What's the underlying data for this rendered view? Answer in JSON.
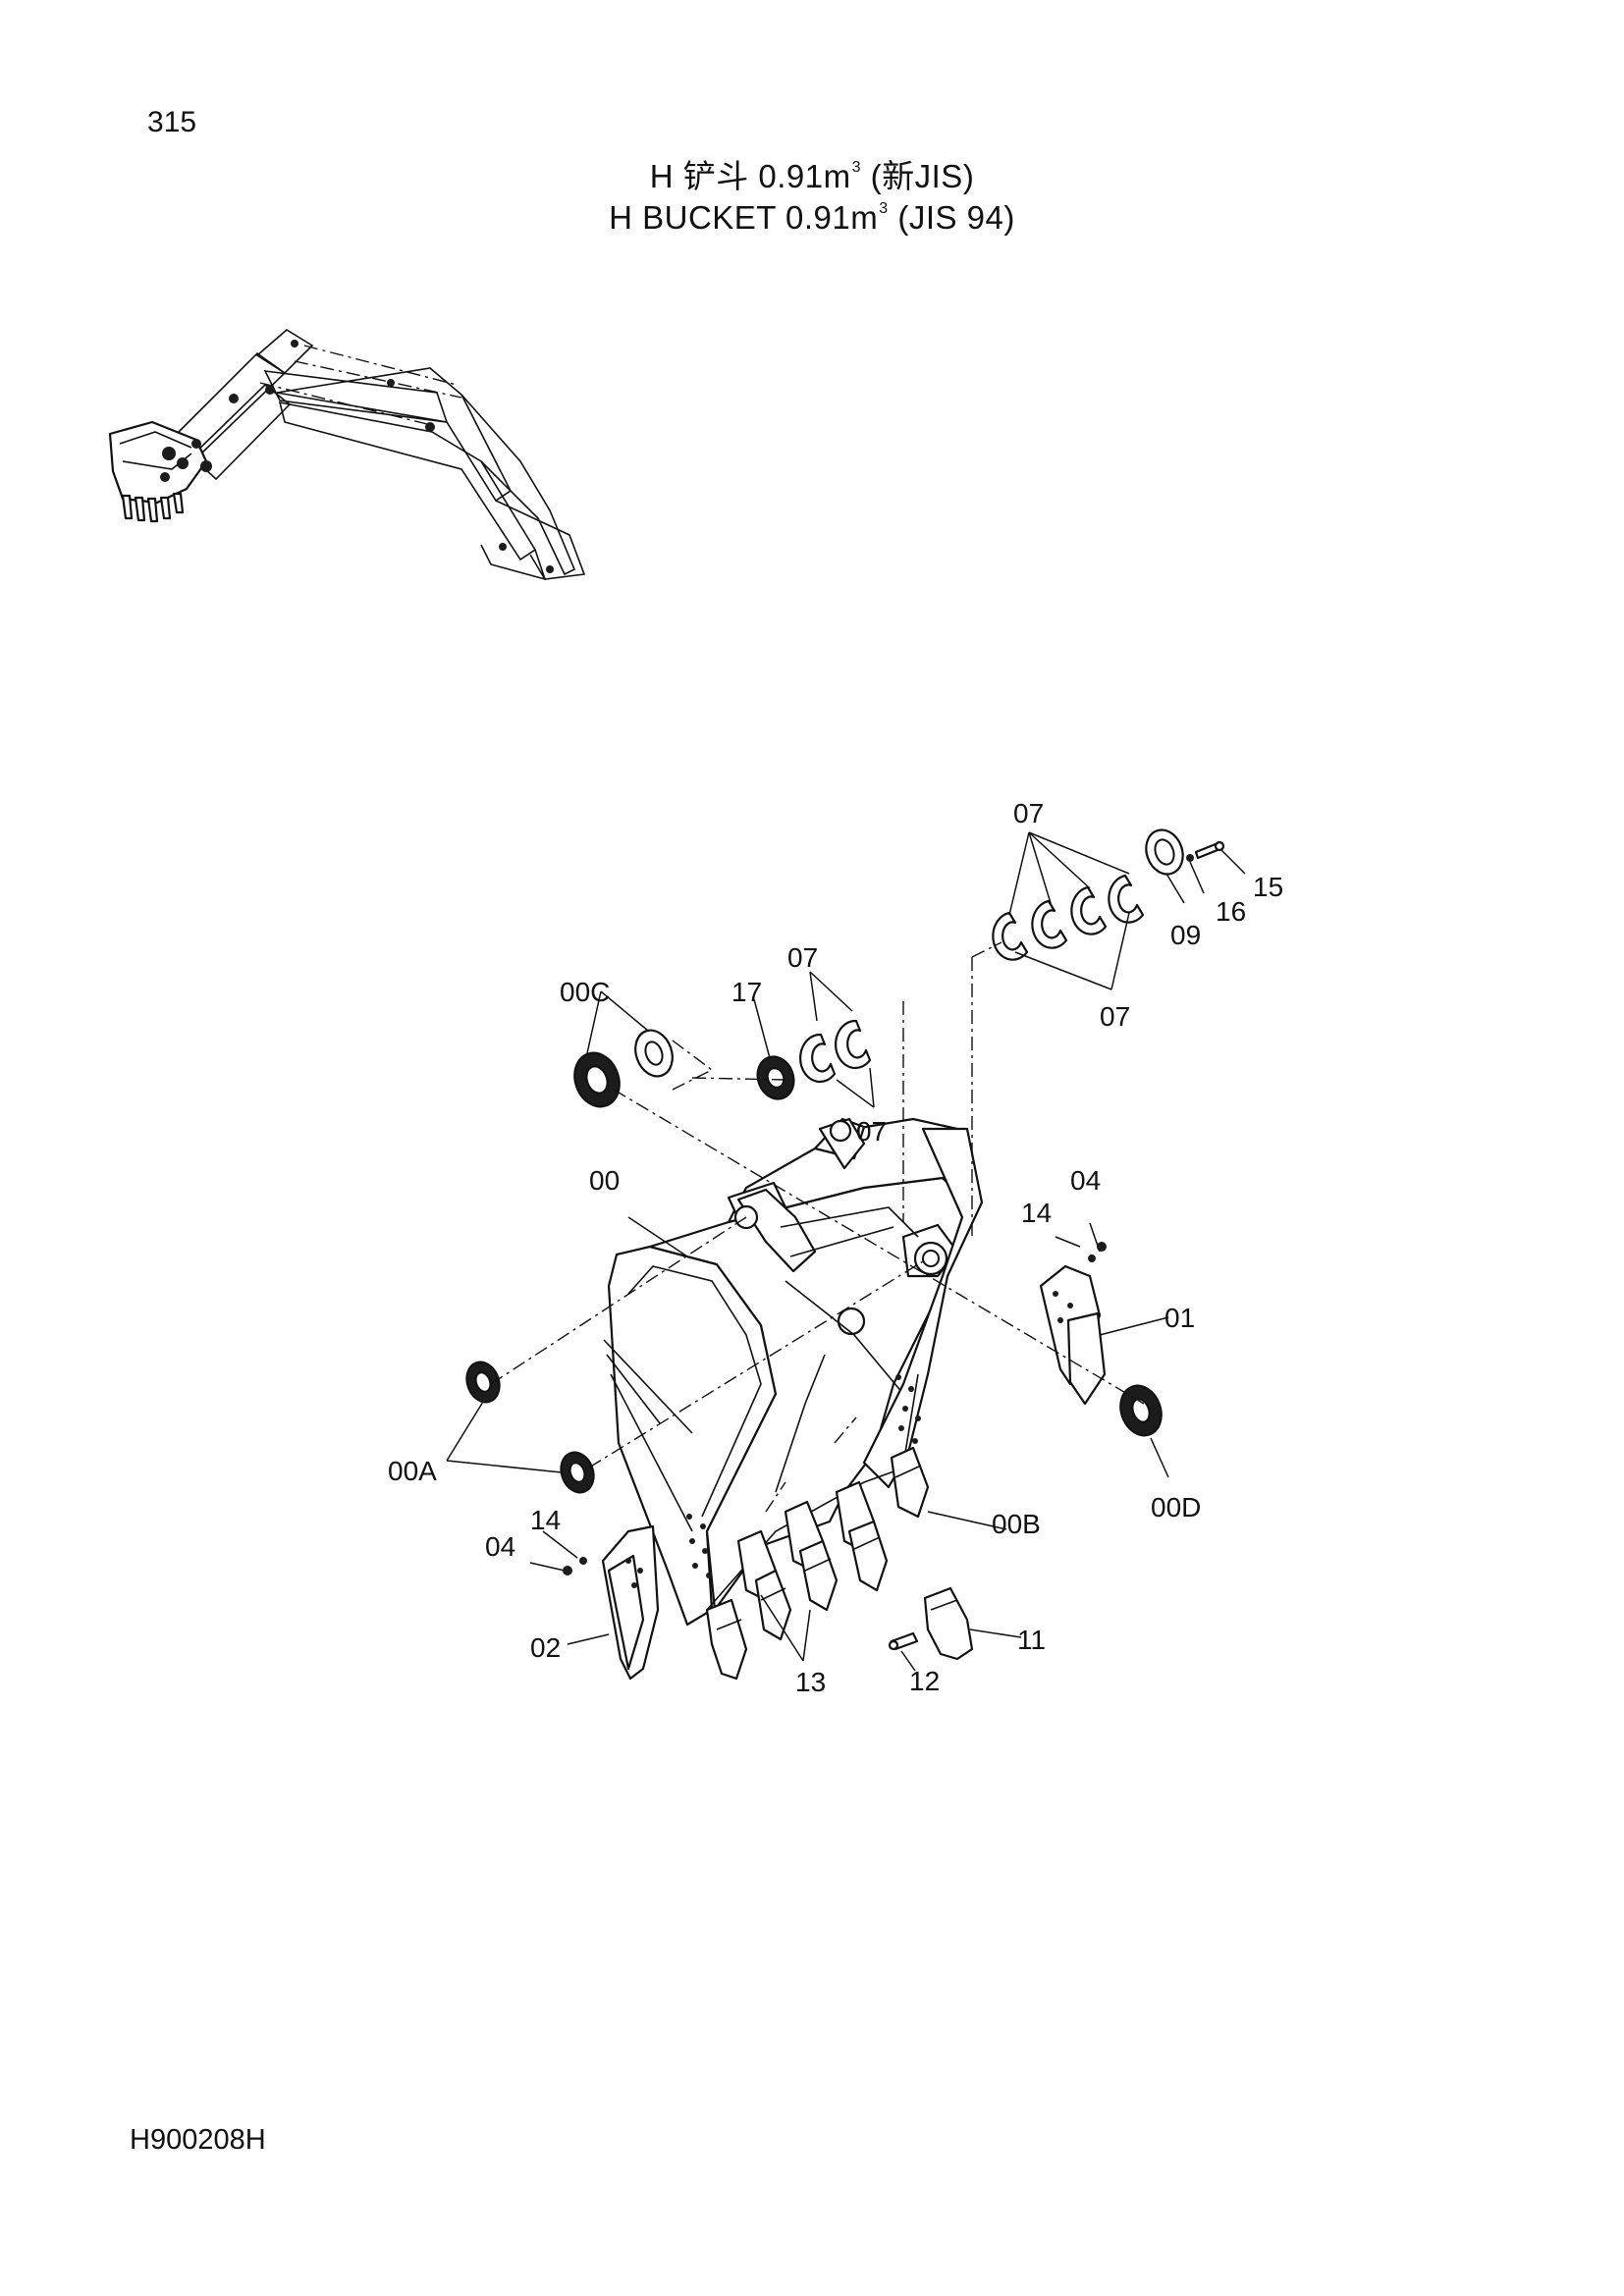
{
  "page": {
    "page_number": "315",
    "drawing_code": "H900208H"
  },
  "title": {
    "cn_prefix": "H  铲斗 0.91m",
    "cn_suffix": "  (新JIS)",
    "en_prefix": "H  BUCKET  0.91m",
    "en_suffix": "  (JIS 94)",
    "superscript": "3"
  },
  "callouts": {
    "c00C": "00C",
    "c17": "17",
    "c07_mid_top": "07",
    "c07_mid_bottom": "07",
    "c07_top": "07",
    "c07_right": "07",
    "c09": "09",
    "c16": "16",
    "c15": "15",
    "c00": "00",
    "c04_right": "04",
    "c14_right": "14",
    "c01": "01",
    "c00A": "00A",
    "c14_left": "14",
    "c04_left": "04",
    "c02": "02",
    "c13": "13",
    "c12": "12",
    "c11": "11",
    "c00B": "00B",
    "c00D": "00D"
  }
}
